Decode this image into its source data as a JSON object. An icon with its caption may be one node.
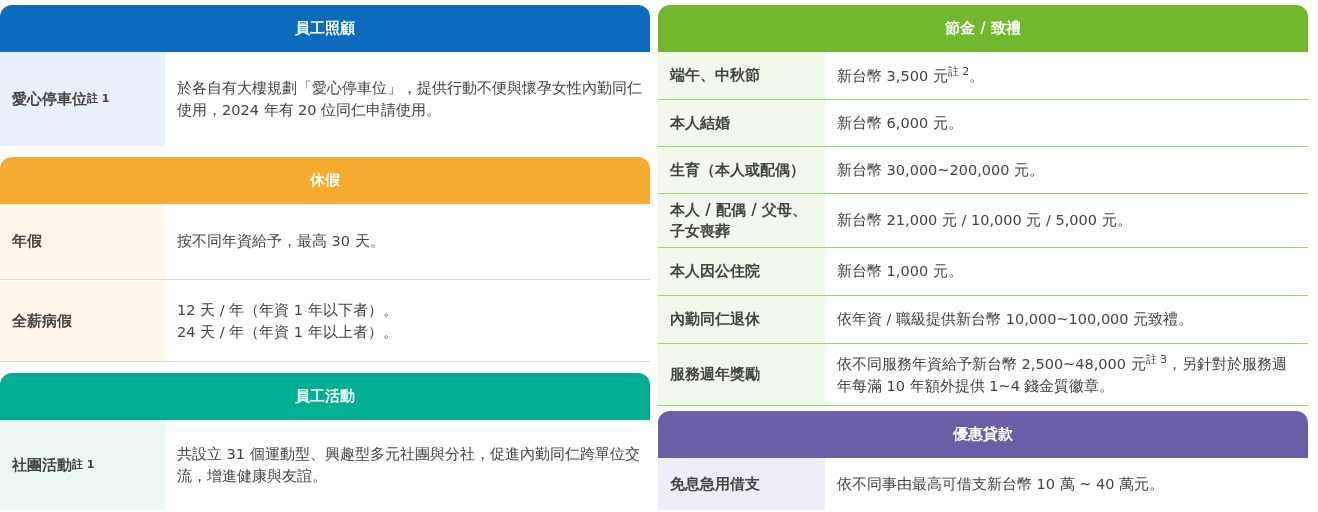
{
  "diagram": {
    "nodes": [
      {
        "text": [
          "員工照顧"
        ]
      },
      {
        "text": [
          "愛心停車位$^{註 1}$",
          "於各自有大樓規劃「愛心停車位」，提供行動不便與懷孕女性內勤同仁使用，2024 年有 20 位同仁申請使用。"
        ],
        "in": 0
      },
      {
        "text": [
          "休假"
        ]
      },
      {
        "text": [
          "年假",
          "按不同年資給予，最高 30 天。"
        ],
        "in": 2
      },
      {
        "text": [
          "全薪病假",
          "12 天 / 年（年資 1 年以下者）。",
          "24 天 / 年（年資 1 年以上者）。"
        ],
        "in": 2
      },
      {
        "text": [
          "員工活動"
        ]
      },
      {
        "text": [
          "社團活動$^{註 1}$",
          "共設立 31 個運動型、興趣型多元社團與分社，促進內勤同仁跨單位交流，增進健康與友誼。"
        ],
        "in": 5
      },
      {
        "text": [
          "節金 / 致禮"
        ]
      },
      {
        "text": [
          "端午、中秋節",
          "新台幣 3,500 元$^{註 2}$。"
        ],
        "in": 7
      },
      {
        "text": [
          "本人結婚",
          "新台幣 6,000 元。"
        ],
        "in": 7
      },
      {
        "text": [
          "生育（本人或配偶）",
          "新台幣 30,000~200,000 元。"
        ],
        "in": 7
      },
      {
        "text": [
          "本人 / 配偶 / 父母、子女喪葬",
          "新台幣 21,000 元 / 10,000 元 / 5,000 元。"
        ],
        "in": 7
      },
      {
        "text": [
          "本人因公住院",
          "新台幣 1,000 元。"
        ],
        "in": 7
      },
      {
        "text": [
          "內勤同仁退休",
          "依年資 / 職級提供新台幣 10,000~100,000 元致禮。"
        ],
        "in": 7
      },
      {
        "text": [
          "服務週年獎勵",
          "依不同服務年資給予新台幣 2,500~48,000 元$^{註 3}$，另針對於服務週年每滿 10 年額外提供 1~4 錢金質徽章。"
        ],
        "in": 7
      },
      {
        "text": [
          "優惠貸款"
        ]
      },
      {
        "text": [
          "免息急用借支",
          "依不同事由最高可借支新台幣 10 萬 ~ 40 萬元。"
        ],
        "in": 15
      }
    ]
  }
}
